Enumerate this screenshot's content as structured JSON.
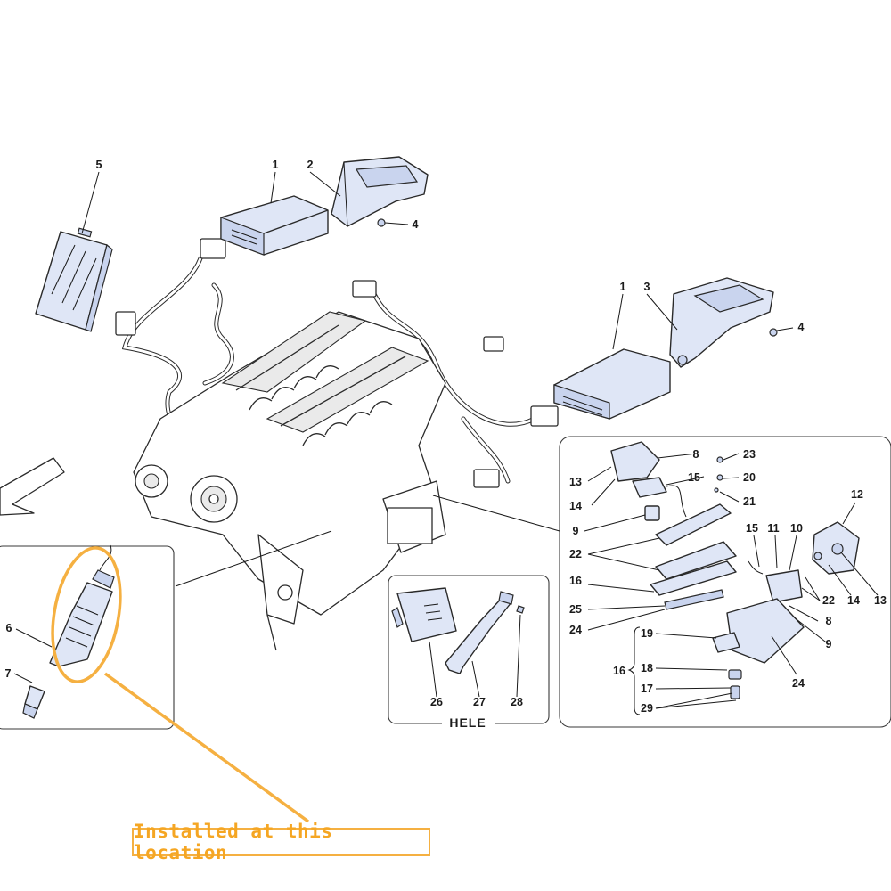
{
  "diagram": {
    "callout_text": "Installed at this location",
    "variant_label": "HELE",
    "highlight_color": "#f5b041",
    "part_fill_color": "#dfe6f6",
    "part_numbers": {
      "p5": "5",
      "p1a": "1",
      "p2": "2",
      "p4a": "4",
      "p1b": "1",
      "p3": "3",
      "p4b": "4",
      "p6": "6",
      "p7": "7",
      "p26": "26",
      "p27": "27",
      "p28": "28",
      "p13a": "13",
      "p14a": "14",
      "p8a": "8",
      "p15a": "15",
      "p9a": "9",
      "p23": "23",
      "p20": "20",
      "p21": "21",
      "p12": "12",
      "p22a": "22",
      "p15b": "15",
      "p11": "11",
      "p10": "10",
      "p16a": "16",
      "p25": "25",
      "p22b": "22",
      "p14b": "14",
      "p13b": "13",
      "p8b": "8",
      "p24a": "24",
      "p19": "19",
      "p9b": "9",
      "p16b": "16",
      "p18": "18",
      "p24b": "24",
      "p17": "17",
      "p29": "29"
    }
  }
}
